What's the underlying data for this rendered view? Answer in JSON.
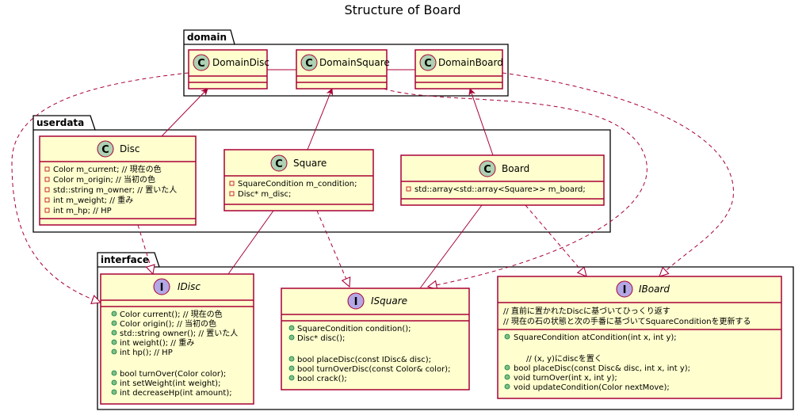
{
  "title": "Structure of Board",
  "packages": {
    "domain": "domain",
    "userdata": "userdata",
    "interface": "interface"
  },
  "stereotype_letters": {
    "class": "C",
    "interface": "I"
  },
  "colors": {
    "class_fill": "#FEFECE",
    "border": "#A80036",
    "class_circle": "#ADD1B2",
    "interface_circle": "#B4A7E5",
    "private_marker": "#C82930",
    "public_marker": "#84BE84"
  },
  "classes": {
    "domain_disc": {
      "name": "DomainDisc"
    },
    "domain_square": {
      "name": "DomainSquare"
    },
    "domain_board": {
      "name": "DomainBoard"
    },
    "disc": {
      "name": "Disc",
      "fields": [
        "Color m_current; // 現在の色",
        "Color m_origin; // 当初の色",
        "std::string m_owner; // 置いた人",
        "int m_weight; // 重み",
        "int m_hp; // HP"
      ]
    },
    "square": {
      "name": "Square",
      "fields": [
        "SquareCondition m_condition;",
        "Disc* m_disc;"
      ]
    },
    "board": {
      "name": "Board",
      "fields": [
        "std::array<std::array<Square>> m_board;"
      ]
    },
    "idisc": {
      "name": "IDisc",
      "methods_a": [
        "Color current(); // 現在の色",
        "Color origin(); // 当初の色",
        "std::string owner(); // 置いた人",
        "int weight(); // 重み",
        "int hp(); // HP"
      ],
      "methods_b": [
        "bool turnOver(Color color);",
        "int setWeight(int weight);",
        "int decreaseHp(int amount);"
      ]
    },
    "isquare": {
      "name": "ISquare",
      "methods_a": [
        "SquareCondition condition();",
        "Disc* disc();"
      ],
      "methods_b": [
        "bool placeDisc(const IDisc& disc);",
        "bool turnOverDisc(const Color& color);",
        "bool crack();"
      ]
    },
    "iboard": {
      "name": "IBoard",
      "comments": [
        "// 直前に置かれたDiscに基づいてひっくり返す",
        "// 現在の石の状態と次の手番に基づいてSquareConditionを更新する"
      ],
      "methods_a": [
        "SquareCondition atCondition(int x, int y);"
      ],
      "note": "// (x, y)にdiscを置く",
      "methods_b": [
        "bool placeDisc(const Disc& disc, int x, int y);",
        "void turnOver(int x, int y);",
        "void updateCondition(Color nextMove);"
      ]
    }
  }
}
